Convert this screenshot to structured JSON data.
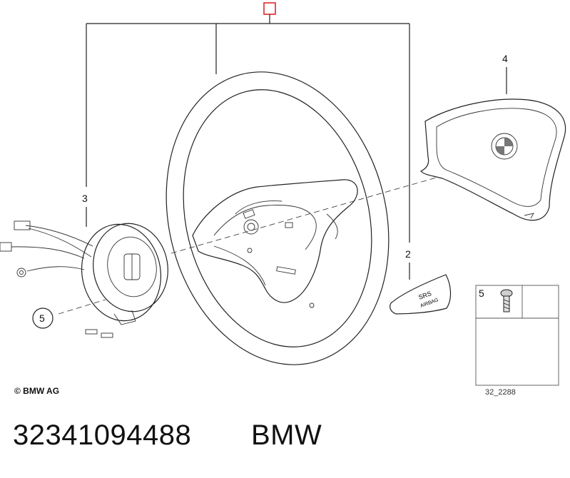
{
  "callouts": {
    "top_box": "",
    "steering_wheel": "",
    "horn_pad": "4",
    "slip_ring": "3",
    "srs_cover": "2",
    "screw_circle": "5",
    "screw_inset": "5"
  },
  "srs_badge": {
    "line1": "SRS",
    "line2": "AIRBAG"
  },
  "footer": {
    "copyright": "© BMW AG",
    "diagram_id": "32_2288"
  },
  "caption": {
    "part_number": "32341094488",
    "brand": "BMW"
  },
  "colors": {
    "highlight_box": "#e0262a",
    "line": "#222222"
  },
  "icons": [
    "bmw-roundel-icon",
    "screw-icon",
    "connector-plug-icon"
  ]
}
